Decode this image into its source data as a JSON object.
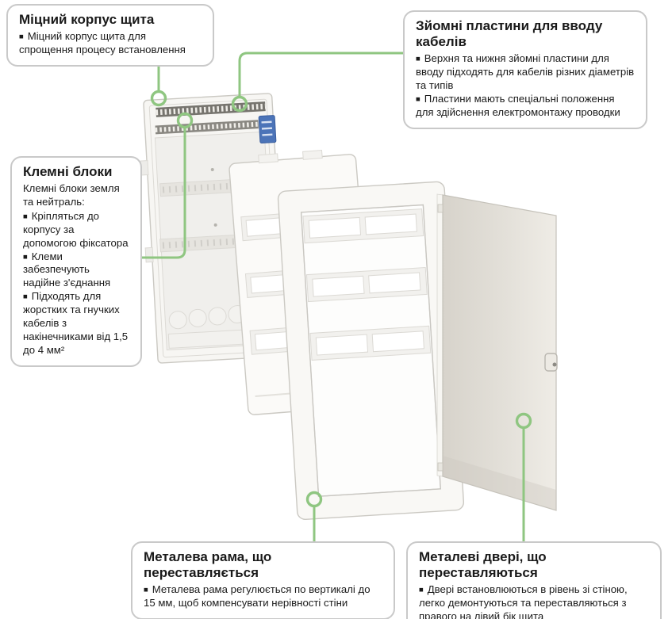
{
  "style": {
    "accent_green": "#8FC681",
    "box_border_color": "#C9C9C9",
    "text_color": "#1A1A1A",
    "bullet_char": "■"
  },
  "callouts": {
    "housing": {
      "title": "Міцний корпус щита",
      "bullets": [
        "Міцний корпус щита для спрощення процесу встановлення"
      ]
    },
    "cable_plates": {
      "title": "Зйомні пластини для вводу кабелів",
      "bullets": [
        "Верхня та нижня зйомні пластини для вводу підходять для кабелів різних діаметрів та типів",
        "Пластини мають спеціальні положення для здійснення електромонтажу проводки"
      ]
    },
    "terminal_blocks": {
      "title": "Клемні блоки",
      "intro": "Клемні блоки земля та нейтраль:",
      "bullets": [
        "Кріпляться до корпусу за допомогою фіксатора",
        "Клеми забезпечують надійне з'єднання",
        "Підходять для жорстких та гнучких кабелів з накінечниками від 1,5 до 4 мм²"
      ]
    },
    "metal_frame": {
      "title": "Металева рама, що переставляється",
      "bullets": [
        "Металева рама регулюється по вертикалі до 15 мм, щоб компенсувати нерівності стіни"
      ]
    },
    "metal_door": {
      "title": "Металеві двері, що переставляються",
      "bullets": [
        "Двері встановлюються в рівень зі стіною, легко демонтуються та переставляються з правого на лівий бік щита"
      ]
    }
  }
}
